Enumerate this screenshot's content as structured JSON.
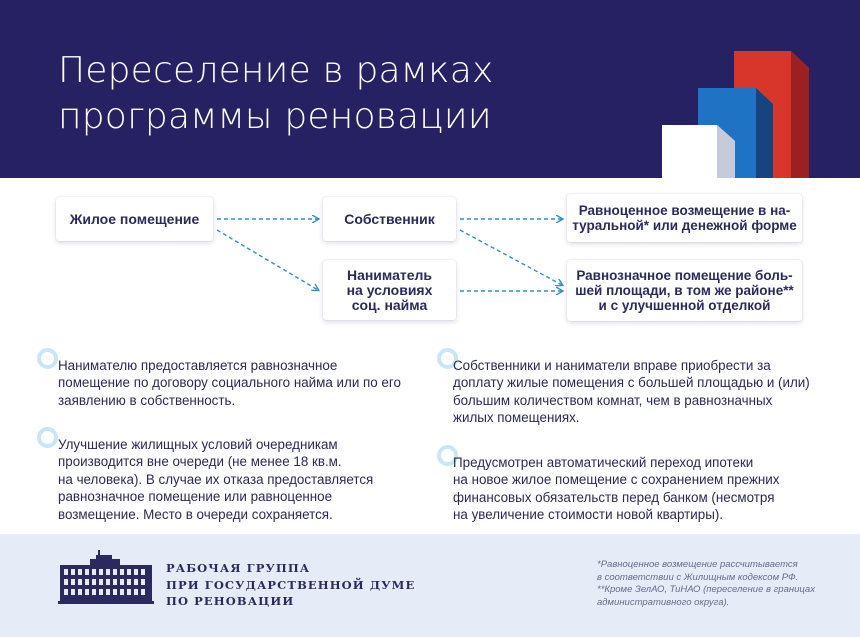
{
  "header": {
    "title_lines": [
      "Переселение в рамках",
      "программы реновации"
    ]
  },
  "flow": {
    "source": "Жилое помещение",
    "owner": "Собственник",
    "tenant_lines": [
      "Наниматель",
      "на условиях",
      "соц. найма"
    ],
    "equal_compensation_lines": [
      "Равноценное возмещение в на-",
      "туральной* или денежной форме"
    ],
    "equivalent_premises_lines": [
      "Равнозначное помещение боль-",
      "шей площади, в том же районе**",
      "и с улучшенной отделкой"
    ]
  },
  "notes": {
    "left_1": [
      "Нанимателю предоставляется равнозначное",
      "помещение по договору социального найма или по его",
      "заявлению в собственность."
    ],
    "left_2": [
      "Улучшение жилищных условий очередникам",
      "производится вне очереди (не менее 18 кв.м.",
      "на человека). В случае их отказа предоставляется",
      "равнозначное помещение или равноценное",
      "возмещение. Место в очереди сохраняется."
    ],
    "right_1": [
      "Собственники и наниматели вправе приобрести за",
      "доплату жилые помещения с большей площадью и (или)",
      "большим количеством комнат, чем в равнозначных",
      "жилых помещениях."
    ],
    "right_2": [
      "Предусмотрен автоматический переход ипотеки",
      "на новое жилое помещение с сохранением прежних",
      "финансовых обязательств перед банком (несмотря",
      "на увеличение стоимости новой квартиры)."
    ]
  },
  "footer": {
    "department_lines": [
      "РАБОЧАЯ ГРУППА",
      "ПРИ ГОСУДАРСТВЕННОЙ ДУМЕ",
      "ПО РЕНОВАЦИИ"
    ],
    "footnote_lines": [
      "*Равноценное возмещение рассчитывается",
      "в соответствии с Жилищным кодексом РФ.",
      "**Кроме ЗелАО, ТиНАО (переселение в границах",
      "административного округа)."
    ]
  },
  "colors": {
    "header_bg": "#262163",
    "bar_white": "#ffffff",
    "bar_blue": "#1e73c4",
    "bar_red": "#d9362b",
    "arrow": "#2f8fc8",
    "footer_bg": "#e5ecf7",
    "ring": "#c9e6f5"
  }
}
